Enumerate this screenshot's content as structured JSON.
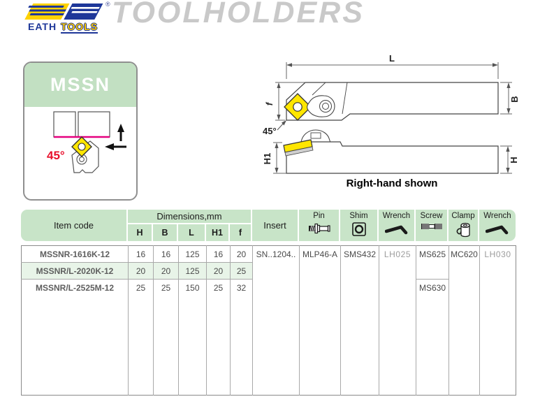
{
  "brand": {
    "name_part1": "EATH",
    "name_part2": "TOOLS",
    "registered_mark": "®",
    "page_title": "TOOLHOLDERS"
  },
  "product_card": {
    "model": "MSSN",
    "angle_label": "45°"
  },
  "drawing": {
    "dim_L": "L",
    "dim_f": "f",
    "dim_B": "B",
    "dim_H1": "H1",
    "dim_H": "H",
    "angle_label": "45°",
    "caption": "Right-hand shown"
  },
  "table": {
    "header": {
      "item_code": "Item code",
      "dimensions_group": "Dimensions,mm",
      "dim_cols": [
        "H",
        "B",
        "L",
        "H1",
        "f"
      ],
      "insert": "Insert",
      "accessories": [
        "Pin",
        "Shim",
        "Wrench",
        "Screw",
        "Clamp",
        "Wrench"
      ]
    },
    "rows": [
      {
        "item_code": "MSSNR-1616K-12",
        "h": "16",
        "b": "16",
        "l": "125",
        "h1": "16",
        "f": "20"
      },
      {
        "item_code": "MSSNR/L-2020K-12",
        "h": "20",
        "b": "20",
        "l": "125",
        "h1": "20",
        "f": "25"
      },
      {
        "item_code": "MSSNR/L-2525M-12",
        "h": "25",
        "b": "25",
        "l": "150",
        "h1": "25",
        "f": "32"
      }
    ],
    "shared": {
      "insert": "SN..1204..",
      "pin": "MLP46-A",
      "shim": "SMS432",
      "wrench": "LH025",
      "screw_top": "MS625",
      "screw_bottom": "MS630",
      "clamp": "MC620",
      "wrench2": "LH030"
    }
  },
  "colors": {
    "table_header_green": "#c8e4c8",
    "row_highlight_green": "#e8f4e8",
    "card_header_green": "#c2e0c2",
    "insert_yellow": "#ffe600",
    "magenta_cut_line": "#e5007e",
    "angle_red": "#e8112d",
    "logo_blue": "#1e3799",
    "logo_yellow": "#ffcc00",
    "title_gray": "#c9c9c9"
  }
}
